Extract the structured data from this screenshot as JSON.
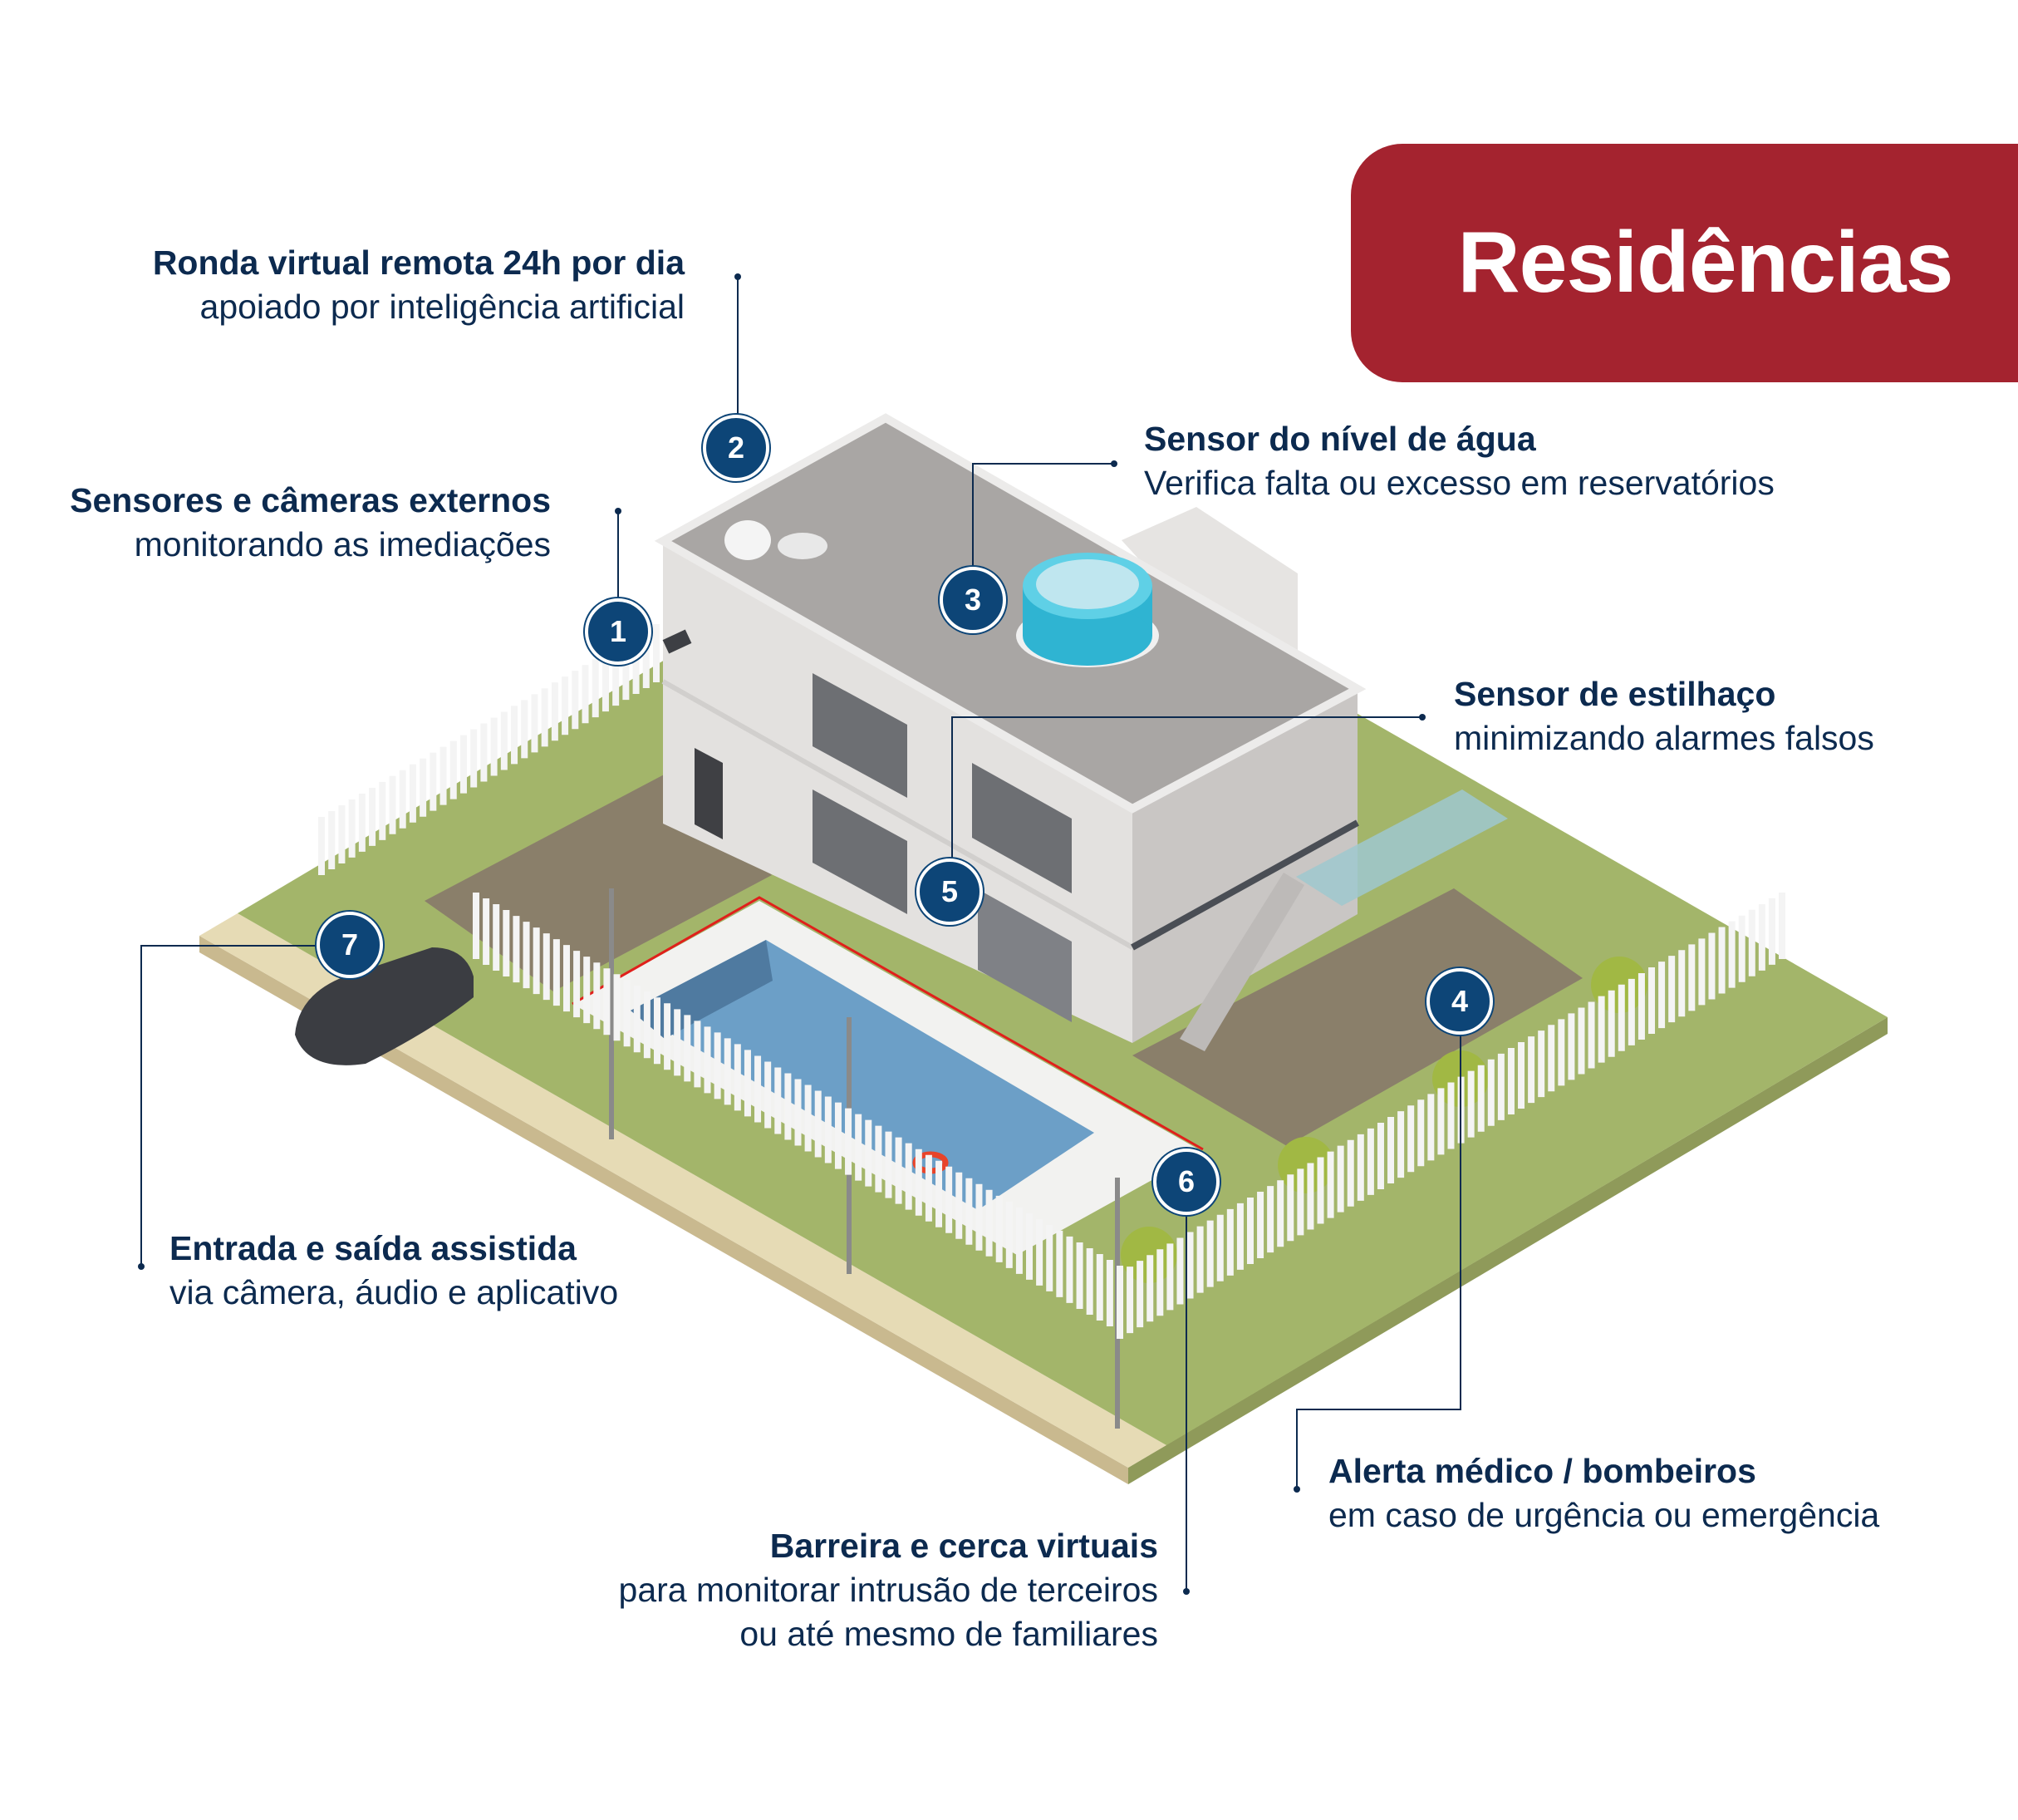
{
  "title": "Residências",
  "colors": {
    "brand_red": "#a4232f",
    "navy": "#0c2a4f",
    "badge": "#0d4577",
    "virtual_fence": "#e0201b"
  },
  "callouts": [
    {
      "number": "1",
      "title": "Sensores e câmeras externos",
      "lines": [
        "monitorando as imediações"
      ]
    },
    {
      "number": "2",
      "title": "Ronda virtual remota 24h por dia",
      "lines": [
        "apoiado por inteligência artificial"
      ]
    },
    {
      "number": "3",
      "title": "Sensor do nível de água",
      "lines": [
        "Verifica falta ou excesso em reservatórios"
      ]
    },
    {
      "number": "4",
      "title": "Alerta médico / bombeiros",
      "lines": [
        "em caso de urgência ou emergência"
      ]
    },
    {
      "number": "5",
      "title": "Sensor de estilhaço",
      "lines": [
        "minimizando alarmes falsos"
      ]
    },
    {
      "number": "6",
      "title": "Barreira e cerca virtuais",
      "lines": [
        "para monitorar intrusão de terceiros",
        "ou até mesmo de familiares"
      ]
    },
    {
      "number": "7",
      "title": "Entrada e saída assistida",
      "lines": [
        "via câmera, áudio e aplicativo"
      ]
    }
  ]
}
